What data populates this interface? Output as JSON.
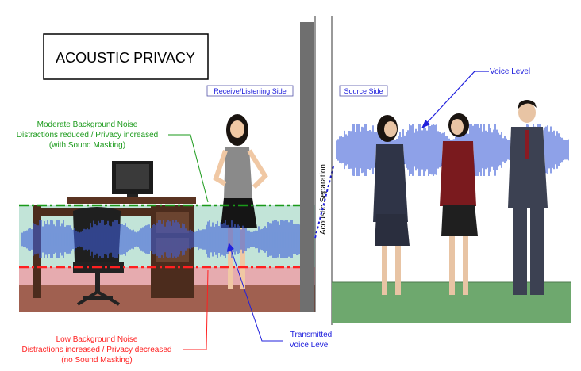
{
  "title": "ACOUSTIC PRIVACY",
  "receive_side_label": "Receive/Listening Side",
  "source_side_label": "Source Side",
  "separation_label": "Acoustic Separation",
  "voice_level_label": "Voice Level",
  "moderate_noise": {
    "line1": "Moderate Background Noise",
    "line2": "Distractions reduced / Privacy increased",
    "line3": "(with Sound Masking)"
  },
  "low_noise": {
    "line1": "Low Background Noise",
    "line2": "Distractions increased / Privacy decreased",
    "line3": "(no Sound Masking)"
  },
  "transmitted_label": {
    "line1": "Transmitted",
    "line2": "Voice Level"
  },
  "colors": {
    "green": "#1a9a1a",
    "red": "#ff2020",
    "blue": "#2020dd",
    "wave": "#3f5fd8",
    "wall": "#6f6f6f",
    "floor_left": "#a06050",
    "floor_right": "#6ea86e",
    "mask_band": "#a8d8c8",
    "pink_band": "#f2b8c0"
  }
}
